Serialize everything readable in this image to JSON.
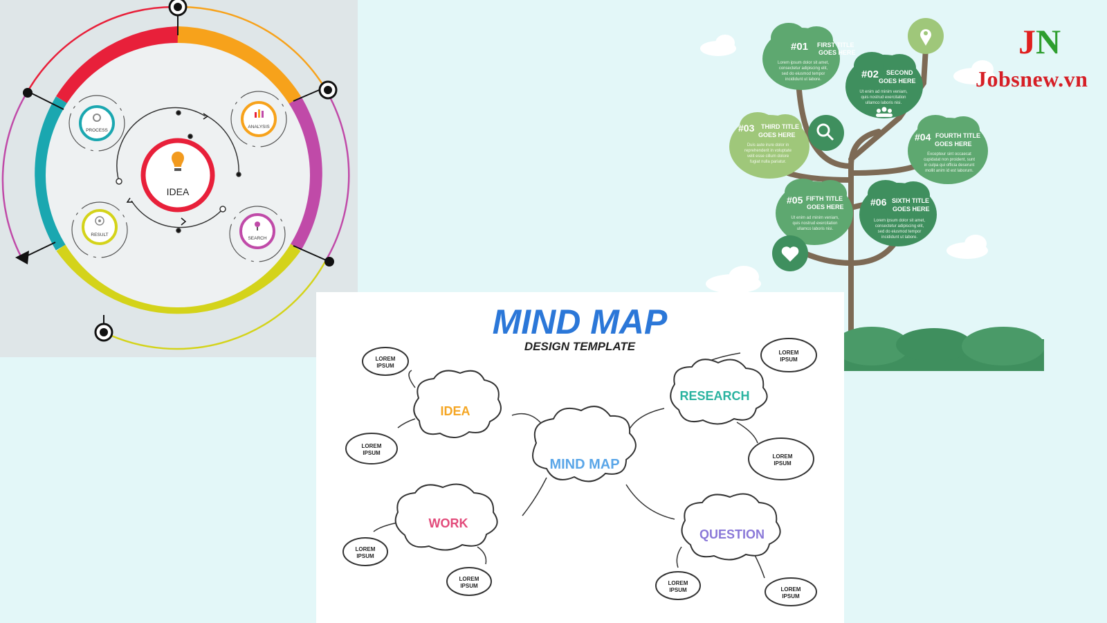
{
  "circle_infographic": {
    "center": "IDEA",
    "nodes": [
      "PROCESS",
      "ANALYSIS",
      "RESULT",
      "SEARCH"
    ]
  },
  "tree_infographic": {
    "items": [
      {
        "number": "#01",
        "title_line1": "FIRST TITLE",
        "title_line2": "GOES HERE",
        "body": [
          "Lorem ipsum dolor sit amet,",
          "consectetur adipiscing elit,",
          "sed do eiusmod tempor",
          "incididunt ut labore."
        ]
      },
      {
        "number": "#02",
        "title_line1": "SECOND",
        "title_line2": "GOES HERE",
        "body": [
          "Ut enim ad minim veniam,",
          "quis nostrud exercitation",
          "ullamco laboris nisi."
        ]
      },
      {
        "number": "#03",
        "title_line1": "THIRD TITLE",
        "title_line2": "GOES HERE",
        "body": [
          "Duis aute irure dolor in",
          "reprehenderit in voluptate",
          "velit esse cillum dolore",
          "fugiat nulla pariatur."
        ]
      },
      {
        "number": "#04",
        "title_line1": "FOURTH TITLE",
        "title_line2": "GOES HERE",
        "body": [
          "Excepteur sint occaecat",
          "cupidatat non proident, sunt",
          "in culpa qui officia deserunt",
          "mollit anim id est laborum."
        ]
      },
      {
        "number": "#05",
        "title_line1": "FIFTH TITLE",
        "title_line2": "GOES HERE",
        "body": [
          "Ut enim ad minim veniam,",
          "quis nostrud exercitation",
          "ullamco laboris nisi."
        ]
      },
      {
        "number": "#06",
        "title_line1": "SIXTH TITLE",
        "title_line2": "GOES HERE",
        "body": [
          "Lorem ipsum dolor sit amet,",
          "consectetur adipiscing elit,",
          "sed do eiusmod tempor",
          "incididunt ut labore."
        ]
      }
    ]
  },
  "mind_map": {
    "title": "MIND MAP",
    "subtitle": "DESIGN TEMPLATE",
    "center": "MIND MAP",
    "branches": [
      "IDEA",
      "RESEARCH",
      "WORK",
      "QUESTION"
    ],
    "leaf_line1": "LOREM",
    "leaf_line2": "IPSUM"
  },
  "logo": {
    "mark_j": "J",
    "mark_n": "N",
    "brand": "Jobsnew.vn"
  },
  "colors": {
    "ring_red": "#e8203a",
    "ring_orange": "#f7a21b",
    "ring_magenta": "#c04aa8",
    "ring_teal": "#1aa7b0",
    "ring_yellow": "#d4d31a",
    "tree_dark": "#3f8f5e",
    "tree_mid": "#5ea870",
    "tree_light": "#9fc77a",
    "mind_title": "#2b77d8",
    "idea": "#f5a623",
    "research": "#2ab3a0",
    "work": "#e24a7a",
    "question": "#8a78d8",
    "center_text": "#5aa6e8",
    "brand_red": "#d61f26",
    "brand_green": "#2e9e2e"
  }
}
